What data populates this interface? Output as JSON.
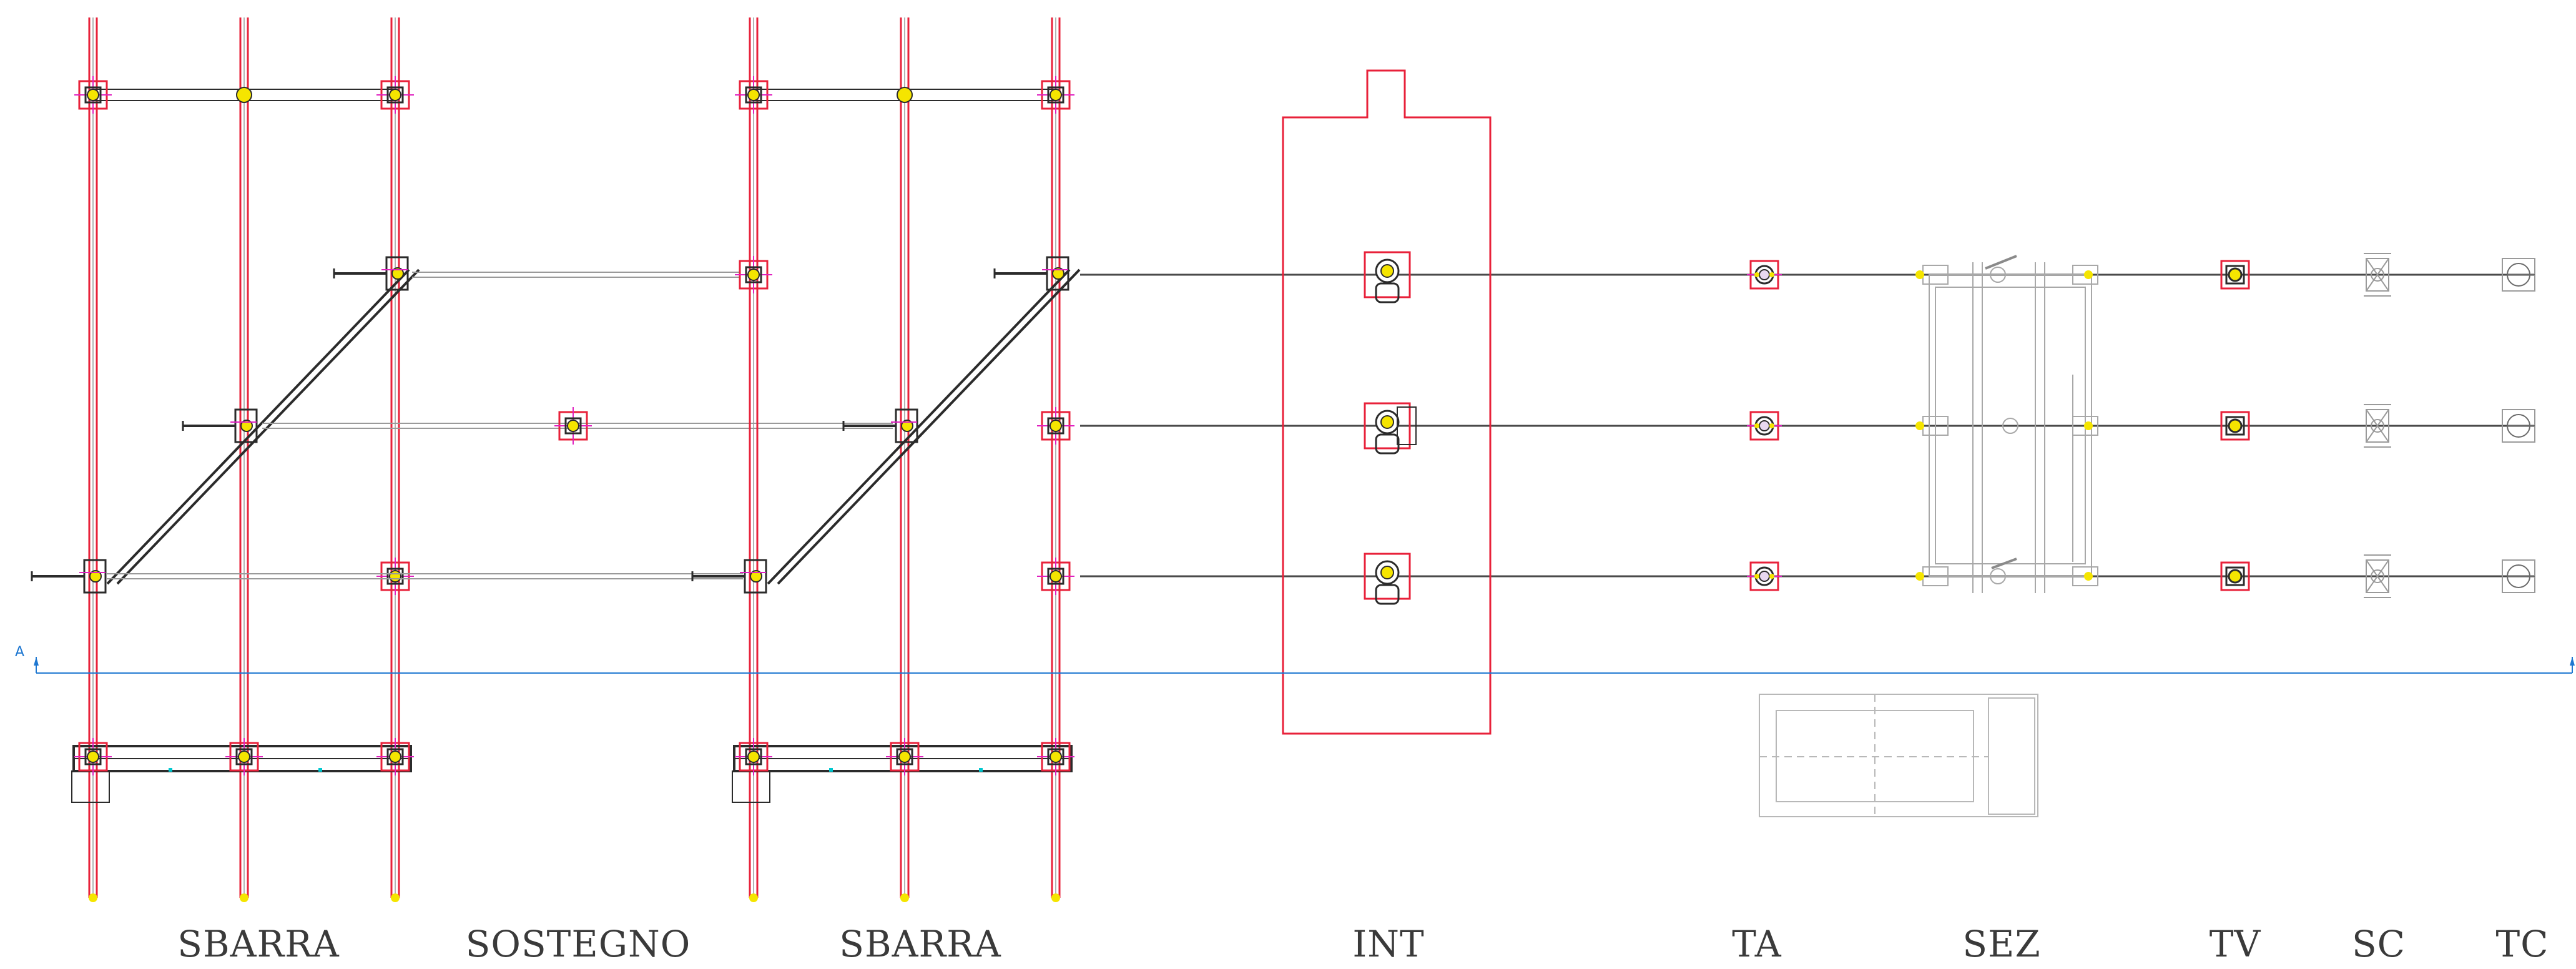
{
  "labels": {
    "sbarra_1": "SBARRA",
    "sostegno": "SOSTEGNO",
    "sbarra_2": "SBARRA",
    "int": "INT",
    "ta": "TA",
    "sez": "SEZ",
    "tv": "TV",
    "sc": "SC",
    "tc": "TC"
  },
  "section_mark": "A",
  "colors": {
    "red": "#e8213a",
    "magenta": "#e020c0",
    "blue": "#1f78d1",
    "dark": "#2b2b2b",
    "grey": "#9a9a9a",
    "yellow": "#f5e500",
    "cyan": "#00c8d0"
  }
}
